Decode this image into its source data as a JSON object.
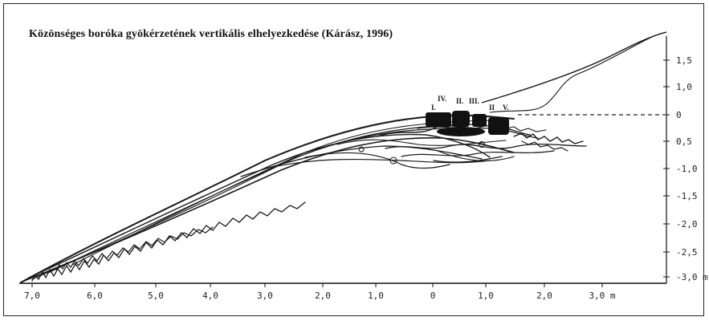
{
  "title": "Közönséges boróka gyökérzetének vertikális elhelyezkedése (Kárász, 1996)",
  "x_ticks": [
    "7,0",
    "6,0",
    "5,0",
    "4,0",
    "3,0",
    "2,0",
    "1,0",
    "0",
    "1,0",
    "2,0",
    "3,0 m"
  ],
  "y_ticks": [
    "1,5",
    "1,0",
    "0",
    "0,5",
    "-1,0",
    "-1,5",
    "-2,0",
    "-2,5",
    "-3,0 m"
  ],
  "plant_labels": [
    "IV.",
    "II.",
    "III.",
    "I.",
    "II",
    "V."
  ],
  "colors": {
    "ink": "#1a1a1a",
    "background": "#ffffff"
  }
}
